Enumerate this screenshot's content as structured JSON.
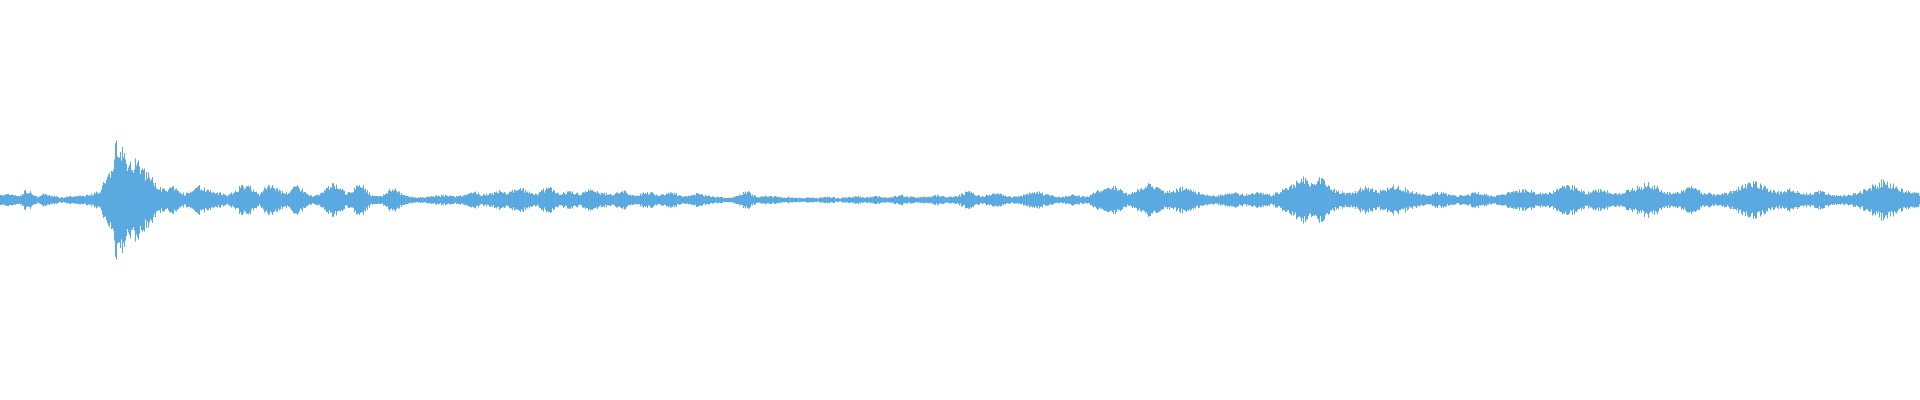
{
  "colors": {
    "background": "#ffffff",
    "waveform": "#5aa9e1"
  },
  "waveform": {
    "normalized_amplitude_peaks": [
      0.08,
      0.1,
      0.09,
      0.06,
      0.14,
      0.12,
      0.05,
      0.09,
      0.07,
      0.06,
      0.04,
      0.06,
      0.05,
      0.07,
      0.08,
      0.1,
      0.14,
      0.3,
      0.5,
      0.95,
      0.7,
      0.55,
      0.62,
      0.48,
      0.4,
      0.28,
      0.18,
      0.16,
      0.2,
      0.12,
      0.1,
      0.16,
      0.22,
      0.18,
      0.14,
      0.12,
      0.1,
      0.08,
      0.14,
      0.22,
      0.24,
      0.16,
      0.08,
      0.2,
      0.26,
      0.18,
      0.1,
      0.14,
      0.22,
      0.16,
      0.08,
      0.06,
      0.12,
      0.2,
      0.26,
      0.22,
      0.1,
      0.14,
      0.24,
      0.2,
      0.08,
      0.06,
      0.08,
      0.16,
      0.18,
      0.1,
      0.06,
      0.05,
      0.04,
      0.05,
      0.06,
      0.07,
      0.08,
      0.07,
      0.06,
      0.08,
      0.1,
      0.12,
      0.08,
      0.1,
      0.12,
      0.16,
      0.1,
      0.14,
      0.18,
      0.16,
      0.12,
      0.1,
      0.16,
      0.2,
      0.12,
      0.1,
      0.14,
      0.12,
      0.1,
      0.14,
      0.16,
      0.12,
      0.1,
      0.08,
      0.12,
      0.14,
      0.1,
      0.08,
      0.1,
      0.12,
      0.1,
      0.08,
      0.1,
      0.12,
      0.08,
      0.06,
      0.08,
      0.1,
      0.08,
      0.06,
      0.05,
      0.04,
      0.03,
      0.06,
      0.1,
      0.14,
      0.08,
      0.04,
      0.08,
      0.06,
      0.05,
      0.04,
      0.05,
      0.04,
      0.03,
      0.04,
      0.03,
      0.04,
      0.05,
      0.04,
      0.03,
      0.04,
      0.05,
      0.06,
      0.04,
      0.05,
      0.06,
      0.05,
      0.04,
      0.06,
      0.08,
      0.06,
      0.05,
      0.04,
      0.05,
      0.06,
      0.08,
      0.06,
      0.05,
      0.06,
      0.1,
      0.14,
      0.1,
      0.06,
      0.08,
      0.12,
      0.1,
      0.06,
      0.05,
      0.06,
      0.08,
      0.12,
      0.14,
      0.1,
      0.08,
      0.06,
      0.05,
      0.07,
      0.08,
      0.06,
      0.05,
      0.1,
      0.16,
      0.2,
      0.24,
      0.18,
      0.12,
      0.1,
      0.14,
      0.2,
      0.24,
      0.2,
      0.16,
      0.12,
      0.14,
      0.18,
      0.2,
      0.16,
      0.12,
      0.1,
      0.08,
      0.06,
      0.08,
      0.1,
      0.12,
      0.1,
      0.08,
      0.1,
      0.12,
      0.1,
      0.08,
      0.12,
      0.16,
      0.22,
      0.28,
      0.34,
      0.3,
      0.24,
      0.36,
      0.22,
      0.18,
      0.14,
      0.1,
      0.12,
      0.16,
      0.2,
      0.18,
      0.14,
      0.16,
      0.2,
      0.24,
      0.2,
      0.16,
      0.12,
      0.1,
      0.08,
      0.1,
      0.12,
      0.1,
      0.08,
      0.06,
      0.08,
      0.1,
      0.12,
      0.1,
      0.08,
      0.06,
      0.08,
      0.1,
      0.12,
      0.14,
      0.16,
      0.14,
      0.12,
      0.1,
      0.12,
      0.14,
      0.2,
      0.24,
      0.2,
      0.16,
      0.12,
      0.14,
      0.16,
      0.14,
      0.12,
      0.1,
      0.12,
      0.16,
      0.2,
      0.22,
      0.26,
      0.22,
      0.18,
      0.12,
      0.1,
      0.12,
      0.16,
      0.2,
      0.16,
      0.12,
      0.1,
      0.08,
      0.1,
      0.12,
      0.16,
      0.2,
      0.24,
      0.28,
      0.24,
      0.2,
      0.16,
      0.12,
      0.14,
      0.16,
      0.14,
      0.12,
      0.1,
      0.12,
      0.14,
      0.1,
      0.08,
      0.06,
      0.08,
      0.1,
      0.12,
      0.16,
      0.2,
      0.24,
      0.3,
      0.26,
      0.22,
      0.18,
      0.14,
      0.12,
      0.1
    ]
  }
}
